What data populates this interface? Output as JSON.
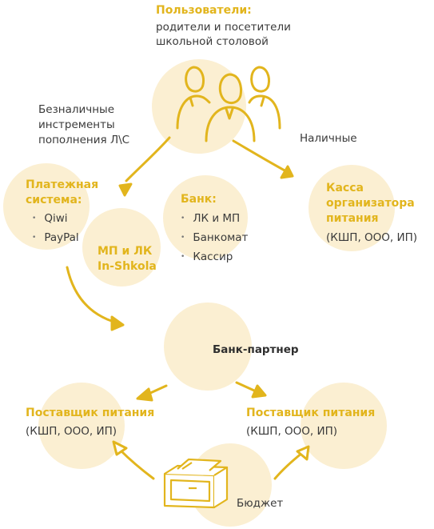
{
  "users": {
    "title": "Пользователи:",
    "line1": "родители и посетители",
    "line2": "школьной столовой",
    "icon": "people-group-icon"
  },
  "cashless": {
    "line1": "Безналичные",
    "line2": "инстременты",
    "line3": "пополнения Л\\С"
  },
  "cash": {
    "label": "Наличные"
  },
  "payment_system": {
    "title_line1": "Платежная",
    "title_line2": "система:",
    "items": [
      "Qiwi",
      "PayPal"
    ]
  },
  "mp_lk": {
    "line1": "МП и ЛК",
    "line2": "In-Shkola"
  },
  "bank": {
    "title": "Банк:",
    "items": [
      "ЛК и МП",
      "Банкомат",
      "Кассир"
    ]
  },
  "cashier": {
    "line1": "Касса",
    "line2": "организатора",
    "line3": "питания",
    "sub": "(КШП, ООО, ИП)"
  },
  "partner_bank": {
    "label": "Банк-партнер"
  },
  "supplier_left": {
    "title": "Поставщик питания",
    "sub": "(КШП, ООО, ИП)"
  },
  "supplier_right": {
    "title": "Поставщик питания",
    "sub": "(КШП, ООО, ИП)"
  },
  "budget": {
    "label": "Бюджет",
    "icon": "file-cabinet-icon"
  },
  "colors": {
    "accent": "#e2b51d",
    "circle": "#fbefd2",
    "text": "#3a3a3a"
  }
}
